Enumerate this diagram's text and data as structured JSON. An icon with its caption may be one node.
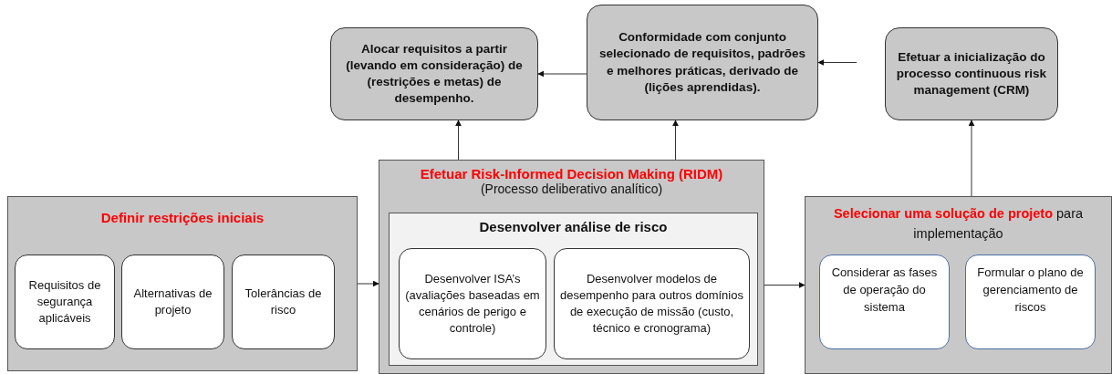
{
  "diagram": {
    "nodes": [
      {
        "text": [
          "Alocar requisitos a partir (levando em consideração) de (restrições e metas) de desempenho."
        ]
      },
      {
        "text": [
          "Conformidade com conjunto selecionado de requisitos, padrões e melhores práticas, derivado de (lições aprendidas)."
        ]
      },
      {
        "text": [
          "Efetuar a inicialização do processo continuous risk management (CRM)"
        ]
      },
      {
        "text": [
          "Definir restrições iniciais"
        ]
      },
      {
        "text": [
          "Requisitos de segurança aplicáveis"
        ],
        "in": 3
      },
      {
        "text": [
          "Alternativas de projeto"
        ],
        "in": 3
      },
      {
        "text": [
          "Tolerâncias de risco"
        ],
        "in": 3
      },
      {
        "text": [
          "Efetuar Risk-Informed Decision Making (RIDM)",
          "(Processo deliberativo analítico)"
        ]
      },
      {
        "text": [
          "Desenvolver  análise de risco"
        ],
        "in": 7
      },
      {
        "text": [
          "Desenvolver ISA’s (avaliações baseadas em cenários de perigo e controle)"
        ],
        "in": 8
      },
      {
        "text": [
          "Desenvolver modelos de desempenho para outros domínios de execução de missão (custo, técnico e cronograma)"
        ],
        "in": 8
      },
      {
        "text": [
          "**Selecionar uma solução de projeto** para implementação"
        ]
      },
      {
        "text": [
          "Considerar as fases de operação do sistema"
        ],
        "in": 11
      },
      {
        "text": [
          "Formular o plano de gerenciamento de riscos"
        ],
        "in": 11
      }
    ],
    "edges": [
      {
        "from": 1,
        "to": 0,
        "arrow": "to"
      },
      {
        "from": null,
        "to": 1,
        "arrow": "to"
      },
      {
        "from": 7,
        "to": 0,
        "arrow": "to"
      },
      {
        "from": 7,
        "to": 1,
        "arrow": "to"
      },
      {
        "from": 11,
        "to": 2,
        "arrow": "to"
      },
      {
        "from": 3,
        "to": 7,
        "arrow": "to"
      },
      {
        "from": 7,
        "to": 11,
        "arrow": "to"
      }
    ]
  }
}
